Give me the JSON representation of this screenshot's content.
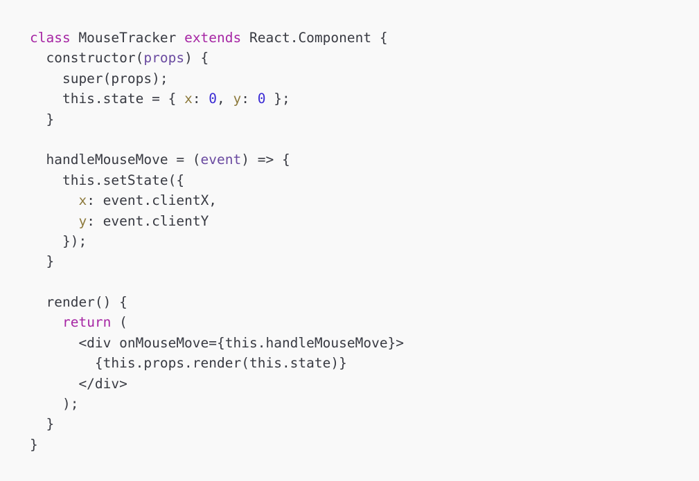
{
  "colors": {
    "background": "#f9f9f9",
    "text": "#383a42",
    "keyword": "#a626a4",
    "parameter": "#6a4aa0",
    "property": "#8d7a3c",
    "number": "#3a2ad4"
  },
  "code": {
    "lines": [
      [
        {
          "t": "class",
          "k": "keyword"
        },
        {
          "t": " MouseTracker ",
          "k": "plain"
        },
        {
          "t": "extends",
          "k": "keyword"
        },
        {
          "t": " React.Component {",
          "k": "plain"
        }
      ],
      [
        {
          "t": "  constructor(",
          "k": "plain"
        },
        {
          "t": "props",
          "k": "param"
        },
        {
          "t": ") {",
          "k": "plain"
        }
      ],
      [
        {
          "t": "    super(props);",
          "k": "plain"
        }
      ],
      [
        {
          "t": "    this.state = { ",
          "k": "plain"
        },
        {
          "t": "x",
          "k": "property"
        },
        {
          "t": ": ",
          "k": "plain"
        },
        {
          "t": "0",
          "k": "number"
        },
        {
          "t": ", ",
          "k": "plain"
        },
        {
          "t": "y",
          "k": "property"
        },
        {
          "t": ": ",
          "k": "plain"
        },
        {
          "t": "0",
          "k": "number"
        },
        {
          "t": " };",
          "k": "plain"
        }
      ],
      [
        {
          "t": "  }",
          "k": "plain"
        }
      ],
      [
        {
          "t": "",
          "k": "plain"
        }
      ],
      [
        {
          "t": "  handleMouseMove = (",
          "k": "plain"
        },
        {
          "t": "event",
          "k": "param"
        },
        {
          "t": ") => {",
          "k": "plain"
        }
      ],
      [
        {
          "t": "    this.setState({",
          "k": "plain"
        }
      ],
      [
        {
          "t": "      ",
          "k": "plain"
        },
        {
          "t": "x",
          "k": "property"
        },
        {
          "t": ": event.clientX,",
          "k": "plain"
        }
      ],
      [
        {
          "t": "      ",
          "k": "plain"
        },
        {
          "t": "y",
          "k": "property"
        },
        {
          "t": ": event.clientY",
          "k": "plain"
        }
      ],
      [
        {
          "t": "    });",
          "k": "plain"
        }
      ],
      [
        {
          "t": "  }",
          "k": "plain"
        }
      ],
      [
        {
          "t": "",
          "k": "plain"
        }
      ],
      [
        {
          "t": "  render() {",
          "k": "plain"
        }
      ],
      [
        {
          "t": "    ",
          "k": "plain"
        },
        {
          "t": "return",
          "k": "keyword"
        },
        {
          "t": " (",
          "k": "plain"
        }
      ],
      [
        {
          "t": "      <div onMouseMove={this.handleMouseMove}>",
          "k": "plain"
        }
      ],
      [
        {
          "t": "        {this.props.render(this.state)}",
          "k": "plain"
        }
      ],
      [
        {
          "t": "      </div>",
          "k": "plain"
        }
      ],
      [
        {
          "t": "    );",
          "k": "plain"
        }
      ],
      [
        {
          "t": "  }",
          "k": "plain"
        }
      ],
      [
        {
          "t": "}",
          "k": "plain"
        }
      ]
    ]
  }
}
